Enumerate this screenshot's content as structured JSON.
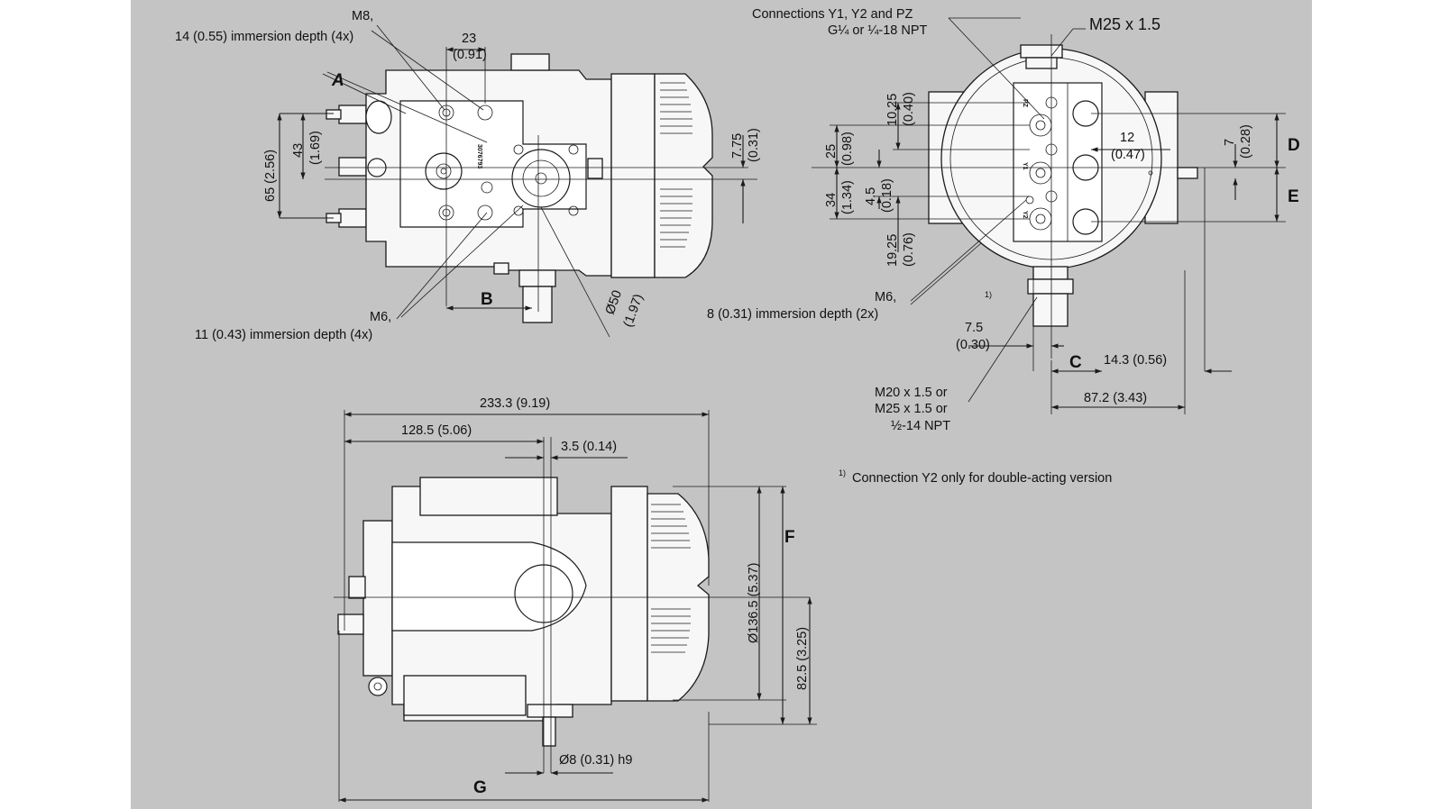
{
  "colors": {
    "panel": "#c4c4c4",
    "outer": "#ffffff",
    "line": "#1a1a1a",
    "part": "#f7f7f7"
  },
  "top_view": {
    "m8_line1": "M8,",
    "m8_line2": "14 (0.55) immersion depth (4x)",
    "dim_23_mm": "23",
    "dim_23_in": "(0.91)",
    "section_a": "A",
    "dim_43_mm": "43",
    "dim_43_in": "(1.69)",
    "dim_65": "65 (2.56)",
    "dim_775_mm": "7.75",
    "dim_775_in": "(0.31)",
    "marker_b": "B",
    "m6_line1": "M6,",
    "m6_line2": "11 (0.43) immersion depth (4x)",
    "dia50_mm": "Ø50",
    "dia50_in": "(1.97)",
    "plate_code": "3076793"
  },
  "side_view": {
    "conn_line1": "Connections  Y1, Y2 and PZ",
    "conn_line2": "G¼ or ¼-18 NPT",
    "m25": "M25 x 1.5",
    "dim_1025_mm": "10.25",
    "dim_1025_in": "(0.40)",
    "dim_25_mm": "25",
    "dim_25_in": "(0.98)",
    "dim_34_mm": "34",
    "dim_34_in": "(1.34)",
    "dim_45_mm": "4.5",
    "dim_45_in": "(0.18)",
    "dim_1925_mm": "19.25",
    "dim_1925_in": "(0.76)",
    "dim_12_mm": "12",
    "dim_12_in": "(0.47)",
    "dim_7_mm": "7",
    "dim_7_in": "(0.28)",
    "marker_d": "D",
    "marker_e": "E",
    "m6_line1": "M6,",
    "m6_line2": "8 (0.31) immersion depth (2x)",
    "footnote_ref": "1)",
    "dim_75_mm": "7.5",
    "dim_75_in": "(0.30)",
    "marker_c": "C",
    "dim_143": "14.3 (0.56)",
    "dim_872": "87.2 (3.43)",
    "gland_line1": "M20 x 1.5 or",
    "gland_line2": "M25 x 1.5 or",
    "gland_line3": "½-14 NPT",
    "port_labels": [
      "PZ",
      "Y1",
      "Y2"
    ]
  },
  "front_view": {
    "dim_2333": "233.3 (9.19)",
    "dim_1285": "128.5 (5.06)",
    "dim_35": "3.5 (0.14)",
    "dim_1365": "Ø136.5 (5.37)",
    "marker_f": "F",
    "dim_825": "82.5 (3.25)",
    "dim_shaft": "Ø8 (0.31) h9",
    "marker_g": "G"
  },
  "footnote": {
    "mark": "1)",
    "text": "Connection Y2 only for double-acting version"
  }
}
